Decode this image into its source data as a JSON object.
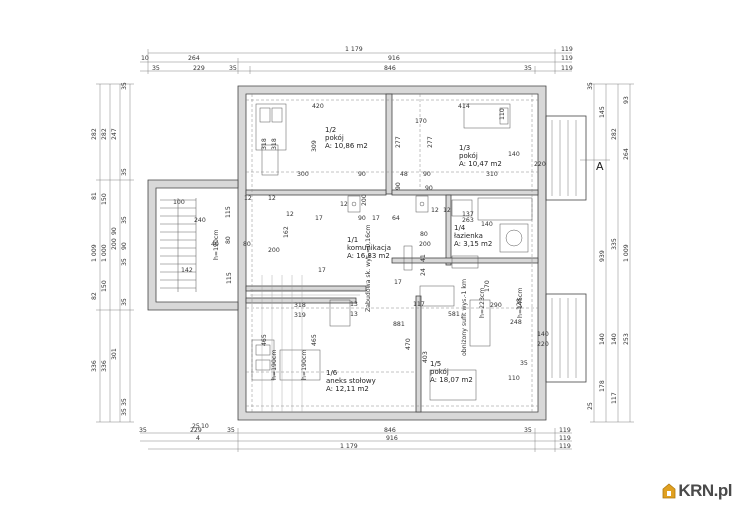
{
  "top_dims": {
    "row1_total": "1 179",
    "row1_right": "119",
    "row2_a": "10",
    "row2_b": "264",
    "row2_total": "916",
    "row2_right": "119",
    "row3_a": "35",
    "row3_b": "229",
    "row3_c": "35",
    "row3_total": "846",
    "row3_d": "35",
    "row3_right": "119"
  },
  "bottom_dims": {
    "row1_a": "35",
    "row1_b": "229",
    "row1_c": "35",
    "row1_total": "846",
    "row1_d": "35",
    "row1_right": "119",
    "row2_a": "4",
    "row2_total": "916",
    "row2_right": "119",
    "row3_total": "1 179",
    "row3_right": "119",
    "left_a": "25",
    "left_b": "10"
  },
  "left_dims": [
    "35",
    "282",
    "282",
    "247",
    "35",
    "81",
    "150",
    "35",
    "1 009",
    "1 000",
    "200",
    "90",
    "90",
    "35",
    "82",
    "150",
    "35",
    "336",
    "336",
    "301",
    "35",
    "35"
  ],
  "right_dims": [
    "35",
    "145",
    "93",
    "282",
    "264",
    "939",
    "1 009",
    "335",
    "140",
    "140",
    "253",
    "178",
    "117",
    "25"
  ],
  "rooms": [
    {
      "id": "1/2",
      "name": "pokój",
      "area": "A: 10,86 m2"
    },
    {
      "id": "1/3",
      "name": "pokój",
      "area": "A: 10,47 m2"
    },
    {
      "id": "1/1",
      "name": "komunikacja",
      "area": "A: 16,83 m2"
    },
    {
      "id": "1/4",
      "name": "łazienka",
      "area": "A: 3,15 m2"
    },
    {
      "id": "1/5",
      "name": "pokój",
      "area": "A: 18,07 m2"
    },
    {
      "id": "1/6",
      "name": "aneks stołowy",
      "area": "A: 12,11 m2"
    }
  ],
  "interior_dims": [
    "420",
    "414",
    "170",
    "110",
    "318",
    "318",
    "309",
    "277",
    "277",
    "140",
    "220",
    "300",
    "90",
    "48",
    "90",
    "310",
    "12",
    "12",
    "12",
    "17",
    "12",
    "90",
    "17",
    "64",
    "200",
    "90",
    "90",
    "12",
    "12",
    "100",
    "240",
    "115",
    "80",
    "80",
    "40",
    "200",
    "162",
    "137",
    "263",
    "140",
    "80",
    "200",
    "142",
    "115",
    "117",
    "881",
    "581",
    "318",
    "319",
    "13",
    "13",
    "17",
    "17",
    "41",
    "24",
    "170",
    "290",
    "128",
    "248",
    "140",
    "220",
    "465",
    "465",
    "470",
    "403",
    "35",
    "110"
  ],
  "annotations": [
    "Zabudowa sk. wys.=0,16cm",
    "obniżony sufit wys.-1 km",
    "h=190cm",
    "h=190cm",
    "h=145cm",
    "h=223cm",
    "h=190cm"
  ],
  "section_mark": "A",
  "watermark": {
    "text": "KRN.pl",
    "color": "#e0a020"
  }
}
